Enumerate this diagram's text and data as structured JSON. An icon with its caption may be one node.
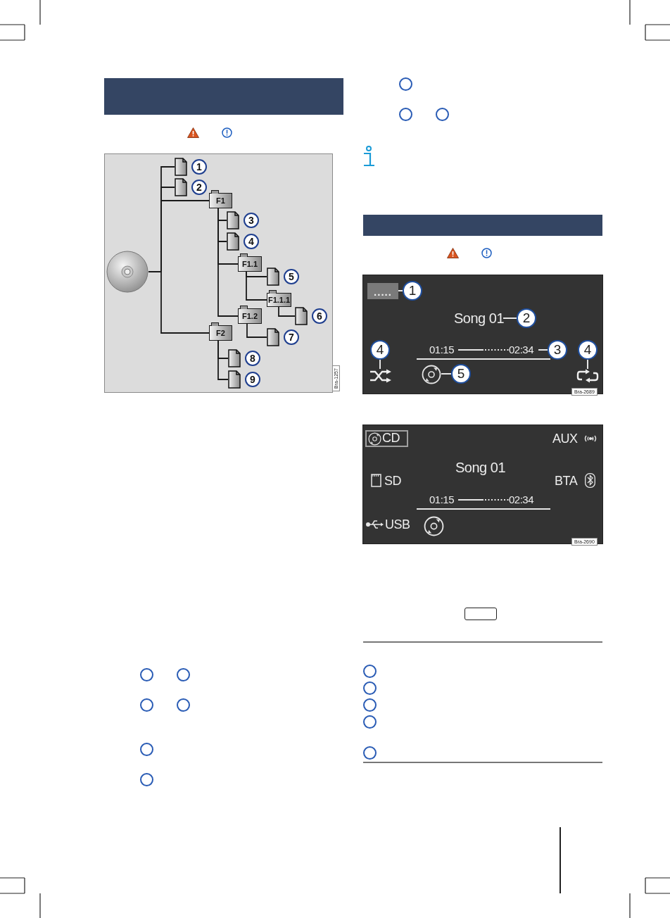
{
  "diagram": {
    "nodes": [
      {
        "text": [],
        "shape": "picture"
      },
      {
        "text": [],
        "shape": "picture",
        "beside": [
          "1"
        ]
      },
      {
        "text": [],
        "shape": "picture",
        "beside": [
          "2"
        ]
      },
      {
        "text": [
          "F1"
        ]
      },
      {
        "text": [],
        "shape": "picture",
        "beside": [
          "3"
        ]
      },
      {
        "text": [],
        "shape": "picture",
        "beside": [
          "4"
        ]
      },
      {
        "text": [
          "F1.1"
        ]
      },
      {
        "text": [],
        "shape": "picture",
        "beside": [
          "5"
        ]
      },
      {
        "text": [
          "F1.1.1"
        ]
      },
      {
        "text": [],
        "shape": "picture",
        "beside": [
          "6"
        ]
      },
      {
        "text": [
          "F1.2"
        ]
      },
      {
        "text": [],
        "shape": "picture",
        "beside": [
          "7"
        ]
      },
      {
        "text": [
          "F2"
        ]
      },
      {
        "text": [],
        "shape": "picture",
        "beside": [
          "8"
        ]
      },
      {
        "text": [],
        "shape": "picture",
        "beside": [
          "9"
        ]
      },
      {
        "text": [],
        "shape": "circle"
      },
      {
        "text": [],
        "shape": "circle"
      },
      {
        "text": [],
        "shape": "circle"
      },
      {
        "text": [],
        "shape": "circle"
      },
      {
        "text": [],
        "shape": "circle"
      },
      {
        "text": [],
        "shape": "circle"
      },
      {
        "text": [],
        "shape": "circle"
      },
      {
        "text": [],
        "shape": "circle"
      },
      {
        "text": [],
        "shape": "circle"
      },
      {
        "text": [],
        "shape": "box"
      },
      {
        "text": [
          "....."
        ],
        "in": 24
      },
      {
        "text": [
          "1"
        ],
        "in": 24
      },
      {
        "text": [
          "Song 01"
        ],
        "in": 24
      },
      {
        "text": [
          "2"
        ],
        "in": 24
      },
      {
        "text": [
          "02:34"
        ],
        "in": 24
      },
      {
        "text": [
          "3"
        ],
        "in": 24
      },
      {
        "text": [
          "4"
        ],
        "in": 24
      },
      {
        "text": [],
        "shape": "picture",
        "in": 24
      },
      {
        "text": [
          "4"
        ],
        "in": 24
      },
      {
        "text": [],
        "shape": "picture",
        "in": 24
      },
      {
        "text": [],
        "shape": "picture",
        "in": 24
      },
      {
        "text": [
          "5"
        ],
        "in": 24
      },
      {
        "text": [],
        "shape": "box"
      },
      {
        "text": [
          "CD"
        ],
        "in": 37
      },
      {
        "text": [],
        "shape": "box"
      },
      {
        "text": [],
        "shape": "circle"
      },
      {
        "text": [],
        "shape": "circle"
      },
      {
        "text": [],
        "shape": "circle"
      },
      {
        "text": [],
        "shape": "circle"
      },
      {
        "text": [],
        "shape": "circle"
      }
    ],
    "edges": [
      {
        "from": 0,
        "to": 1,
        "arrow": "none"
      },
      {
        "from": 0,
        "to": 2,
        "arrow": "none"
      },
      {
        "from": 0,
        "to": 3,
        "arrow": "none"
      },
      {
        "from": 0,
        "to": 12,
        "arrow": "none"
      },
      {
        "from": 3,
        "to": 4,
        "arrow": "none"
      },
      {
        "from": 3,
        "to": 5,
        "arrow": "none"
      },
      {
        "from": 3,
        "to": 6,
        "arrow": "none"
      },
      {
        "from": 3,
        "to": 10,
        "arrow": "none"
      },
      {
        "from": 6,
        "to": 7,
        "arrow": "none"
      },
      {
        "from": 6,
        "to": 8,
        "arrow": "none"
      },
      {
        "from": 8,
        "to": 9,
        "arrow": "none"
      },
      {
        "from": 10,
        "to": 11,
        "arrow": "none"
      },
      {
        "from": 12,
        "to": 13,
        "arrow": "none"
      },
      {
        "from": 12,
        "to": 14,
        "arrow": "none"
      },
      {
        "from": 26,
        "to": 25,
        "arrow": "none",
        "color": "#e6e6e6"
      },
      {
        "from": 28,
        "to": 27,
        "arrow": "none",
        "color": "#e6e6e6"
      },
      {
        "from": 30,
        "to": 29,
        "arrow": "none",
        "color": "#e6e6e6"
      },
      {
        "from": 31,
        "to": 32,
        "arrow": "none",
        "color": "#e6e6e6"
      },
      {
        "from": 33,
        "to": 35,
        "arrow": "none",
        "color": "#e6e6e6"
      },
      {
        "from": 36,
        "to": 34,
        "arrow": "none",
        "color": "#e6e6e6"
      }
    ],
    "labels": [
      "Bra-1257",
      "01:15",
      "Bra-2689",
      "AUX",
      "Song 01",
      "SD",
      "BTA",
      "01:15",
      "02:34",
      "USB",
      "Bra-2690"
    ]
  }
}
